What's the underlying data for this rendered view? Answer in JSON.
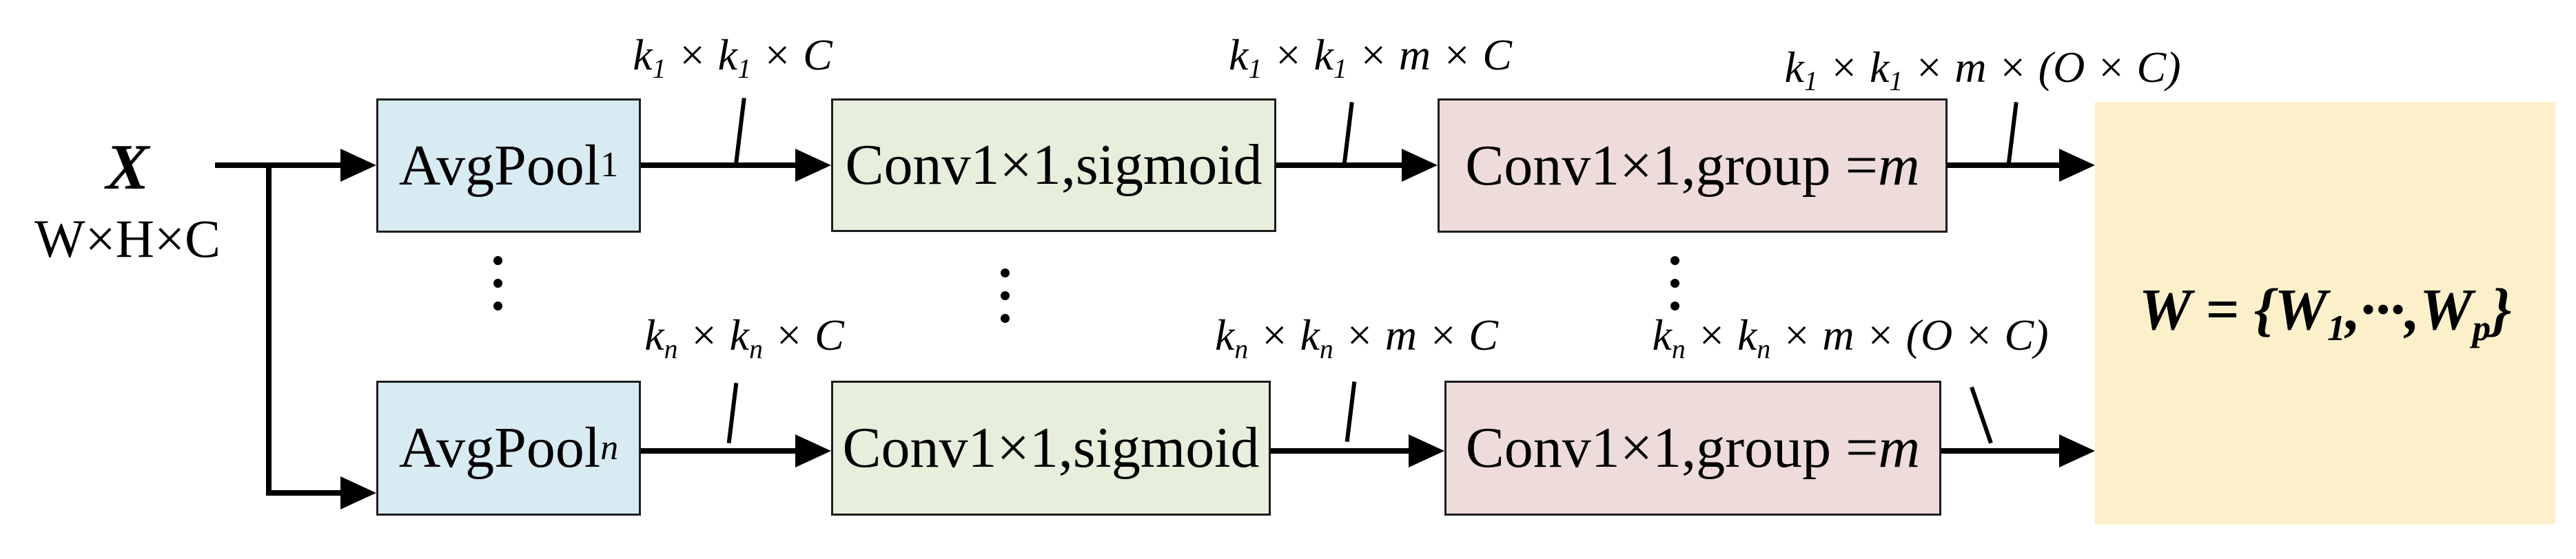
{
  "figure": {
    "title_hint": "multi-branch avg-pool / conv weight-generation diagram",
    "input": {
      "symbol": "X",
      "dims": "W×H×C"
    },
    "colors": {
      "pool_fill": "#d8eaf2",
      "sigmoid_fill": "#e7eedb",
      "group_fill": "#eedcda",
      "output_fill": "#fcf0cb",
      "line": "#000000"
    },
    "boxes": {
      "pool_1": {
        "segs": [
          {
            "t": "AvgPool"
          },
          {
            "t": "1",
            "sub": true
          }
        ]
      },
      "pool_n": {
        "segs": [
          {
            "t": "AvgPool"
          },
          {
            "t": "n",
            "sub": true,
            "i": true
          }
        ]
      },
      "sigmoid_1": {
        "segs": [
          {
            "t": "Conv1×1,sigmoid"
          }
        ]
      },
      "sigmoid_n": {
        "segs": [
          {
            "t": "Conv1×1,sigmoid"
          }
        ]
      },
      "group_1": {
        "segs": [
          {
            "t": "Conv1×1,group = "
          },
          {
            "t": "m",
            "i": true
          }
        ]
      },
      "group_n": {
        "segs": [
          {
            "t": "Conv1×1,group = "
          },
          {
            "t": "m",
            "i": true
          }
        ]
      },
      "output": {
        "segs": [
          {
            "t": "W"
          },
          {
            "t": " = {"
          },
          {
            "t": "W"
          },
          {
            "t": "1",
            "sub": true
          },
          {
            "t": ",···,"
          },
          {
            "t": "W"
          },
          {
            "t": "p",
            "sub": true
          },
          {
            "t": "}"
          }
        ]
      }
    },
    "edge_labels": {
      "r1_pool": {
        "segs": [
          {
            "t": "k"
          },
          {
            "t": "1",
            "sub": true
          },
          {
            "t": " × "
          },
          {
            "t": "k"
          },
          {
            "t": "1",
            "sub": true
          },
          {
            "t": " × C"
          }
        ]
      },
      "r1_conv": {
        "segs": [
          {
            "t": "k"
          },
          {
            "t": "1",
            "sub": true
          },
          {
            "t": " × "
          },
          {
            "t": "k"
          },
          {
            "t": "1",
            "sub": true
          },
          {
            "t": " × m × C"
          }
        ]
      },
      "r1_group": {
        "segs": [
          {
            "t": "k"
          },
          {
            "t": "1",
            "sub": true
          },
          {
            "t": " × "
          },
          {
            "t": "k"
          },
          {
            "t": "1",
            "sub": true
          },
          {
            "t": " × m × (O × C)"
          }
        ]
      },
      "r2_pool": {
        "segs": [
          {
            "t": "k"
          },
          {
            "t": "n",
            "sub": true
          },
          {
            "t": " × "
          },
          {
            "t": "k"
          },
          {
            "t": "n",
            "sub": true
          },
          {
            "t": " × C"
          }
        ]
      },
      "r2_conv": {
        "segs": [
          {
            "t": "k"
          },
          {
            "t": "n",
            "sub": true
          },
          {
            "t": " × "
          },
          {
            "t": "k"
          },
          {
            "t": "n",
            "sub": true
          },
          {
            "t": " × m × C"
          }
        ]
      },
      "r2_group": {
        "segs": [
          {
            "t": "k"
          },
          {
            "t": "n",
            "sub": true
          },
          {
            "t": " × "
          },
          {
            "t": "k"
          },
          {
            "t": "n",
            "sub": true
          },
          {
            "t": " × m × (O × C)"
          }
        ]
      }
    },
    "ellipsis_glyph": "⋮"
  }
}
